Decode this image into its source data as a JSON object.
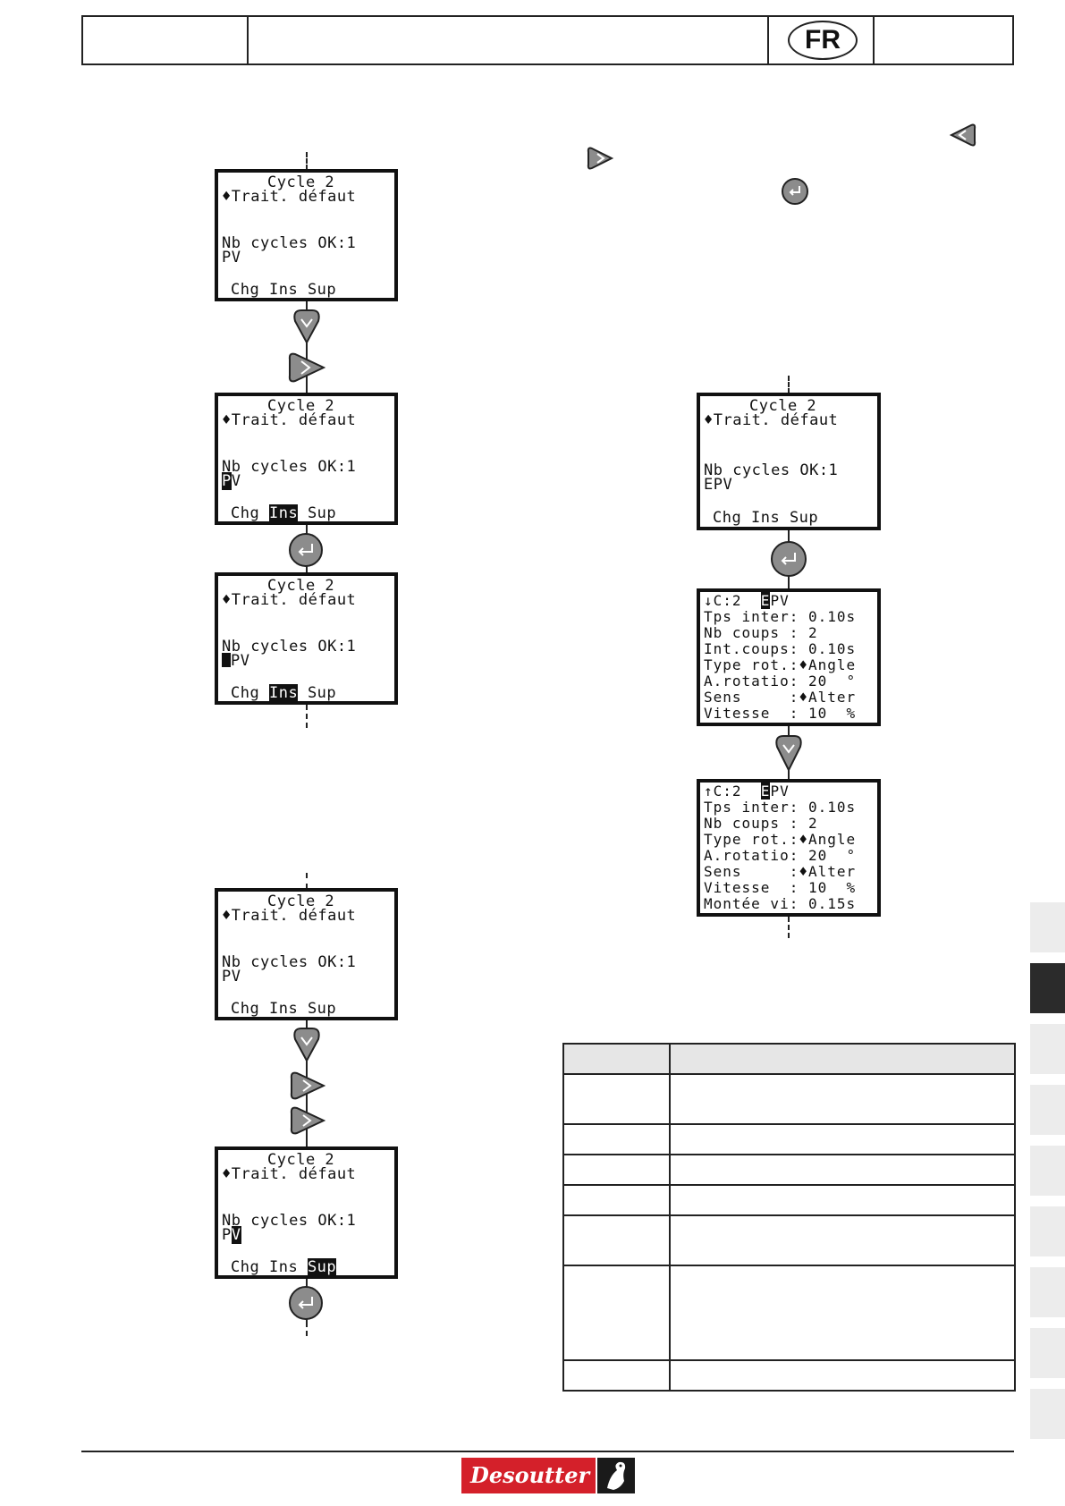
{
  "header": {
    "lang_badge": "FR"
  },
  "screens": {
    "a1": {
      "title": "Cycle 2",
      "menu": "♦Trait. défaut",
      "nb": "Nb cycles OK:1",
      "pv": "PV",
      "chg": "Chg",
      "ins": "Ins",
      "sup": "Sup"
    },
    "a2": {
      "title": "Cycle 2",
      "menu": "♦Trait. défaut",
      "nb": "Nb cycles OK:1",
      "pv_hl": "P",
      "pv_rest": "V",
      "chg": "Chg",
      "ins": "Ins",
      "sup": "Sup"
    },
    "a3": {
      "title": "Cycle 2",
      "menu": "♦Trait. défaut",
      "nb": "Nb cycles OK:1",
      "pv": "PV",
      "chg": "Chg",
      "ins": "Ins",
      "sup": "Sup"
    },
    "b1": {
      "title": "Cycle 2",
      "menu": "♦Trait. défaut",
      "nb": "Nb cycles OK:1",
      "pv": "PV",
      "chg": "Chg",
      "ins": "Ins",
      "sup": "Sup"
    },
    "b2": {
      "title": "Cycle 2",
      "menu": "♦Trait. défaut",
      "nb": "Nb cycles OK:1",
      "pv_p": "P",
      "pv_hl": "V",
      "chg": "Chg",
      "ins": "Ins",
      "sup": "Sup"
    },
    "c1": {
      "title": "Cycle 2",
      "menu": "♦Trait. défaut",
      "nb": "Nb cycles OK:1",
      "pv": "EPV",
      "chg": "Chg",
      "ins": "Ins",
      "sup": "Sup"
    },
    "c2": {
      "head_pre": "↓C:2  ",
      "head_hl": "E",
      "head_post": "PV",
      "lines": [
        "Tps inter: 0.10s",
        "Nb coups : 2",
        "Int.coups: 0.10s",
        "Type rot.:♦Angle",
        "A.rotatio: 20  °",
        "Sens     :♦Alter",
        "Vitesse  : 10  %"
      ]
    },
    "c3": {
      "head_pre": "↑C:2  ",
      "head_hl": "E",
      "head_post": "PV",
      "lines": [
        "Tps inter: 0.10s",
        "Nb coups : 2",
        "Type rot.:♦Angle",
        "A.rotatio: 20  °",
        "Sens     :♦Alter",
        "Vitesse  : 10  %",
        "Montée vi: 0.15s"
      ]
    }
  },
  "keys": {
    "left": "left-arrow-key-icon",
    "right": "right-arrow-key-icon",
    "down": "down-arrow-key-icon",
    "enter": "enter-key-icon"
  },
  "footer": {
    "logo": "Desoutter"
  },
  "colors": {
    "key_fill": "#8c8c8c",
    "logo_red": "#d4202a",
    "tab_active": "#2b2b2b",
    "tab_idle": "#ececec"
  }
}
